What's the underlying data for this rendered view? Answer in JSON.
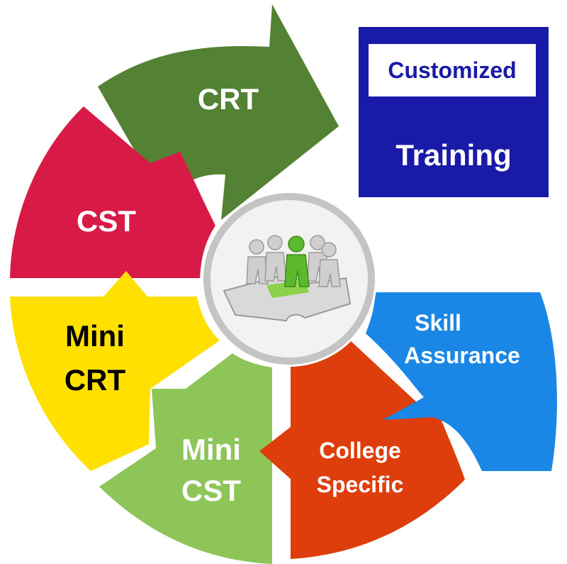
{
  "title": {
    "line1": "Customized",
    "line2": "Training"
  },
  "segments": [
    {
      "id": "crt",
      "lines": [
        "CRT"
      ],
      "color": "#548235"
    },
    {
      "id": "cst",
      "lines": [
        "CST"
      ],
      "color": "#d81b46"
    },
    {
      "id": "mini-crt",
      "lines": [
        "Mini",
        "CRT"
      ],
      "color": "#ffe000"
    },
    {
      "id": "mini-cst",
      "lines": [
        "Mini",
        "CST"
      ],
      "color": "#8dc558"
    },
    {
      "id": "college-specific",
      "lines": [
        "College",
        "Specific"
      ],
      "color": "#dd3e0c"
    },
    {
      "id": "skill-assurance",
      "lines": [
        "Skill",
        "Assurance"
      ],
      "color": "#1a86e6"
    }
  ],
  "center": {
    "icon": "team-puzzle-icon"
  }
}
